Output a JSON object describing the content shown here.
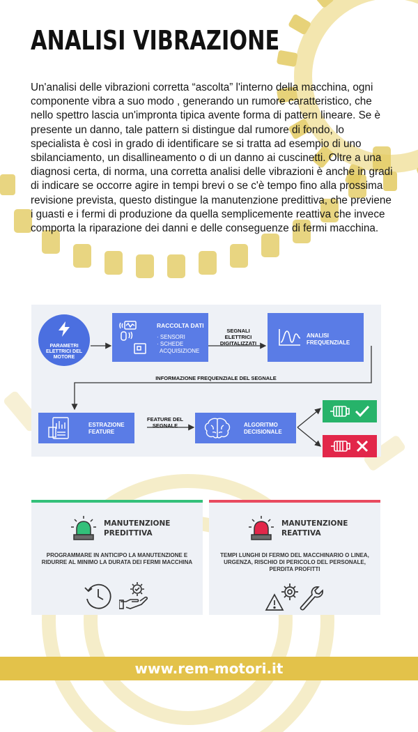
{
  "title": "ANALISI VIBRAZIONE",
  "body": "Un'analisi delle vibrazioni corretta “ascolta” l'interno della macchina, ogni componente vibra a suo modo , generando un rumore caratteristico, che nello spettro lascia un'impronta tipica avente forma di pattern lineare. Se è presente un danno, tale pattern si distingue dal rumore di fondo, lo specialista è così in grado di identificare se si tratta ad esempio di uno sbilanciamento, un disallineamento o di un danno ai cuscinetti. Oltre a una diagnosi certa, di norma, una corretta analisi delle vibrazioni è anche in gradi di indicare se occorre agire in tempi brevi o se c'è tempo fino alla prossima revisione prevista, questo distingue la manutenzione predittiva, che previene i guasti e i fermi di produzione da quella semplicemente reattiva che invece comporta la riparazione dei danni e delle conseguenze di fermi macchina.",
  "flow": {
    "source": "PARAMETRI ELETTRICI DEL MOTORE",
    "collect_title": "RACCOLTA DATI",
    "collect_items": [
      "· SENSORI",
      "· SCHEDE",
      "  ACQUISIZIONE"
    ],
    "signals": "SEGNALI ELETTRICI DIGITALIZZATI",
    "analysis": "ANALISI FREQUENZIALE",
    "freq_info": "INFORMAZIONE FREQUENZIALE DEL SEGNALE",
    "feature_extract": "ESTRAZIONE FEATURE",
    "feature_signal": "FEATURE DEL SEGNALE",
    "algorithm": "ALGORITMO DECISIONALE"
  },
  "cards": {
    "predictive_title": "MANUTENZIONE PREDITTIVA",
    "predictive_desc": "PROGRAMMARE IN ANTICIPO LA MANUTENZIONE E RIDURRE AL MINIMO LA DURATA DEI FERMI MACCHINA",
    "reactive_title": "MANUTENZIONE REATTIVA",
    "reactive_desc": "TEMPI LUNGHI DI FERMO DEL MACCHINARIO O LINEA, URGENZA, RISCHIO DI PERICOLO DEL PERSONALE, PERDITA PROFITTI"
  },
  "footer": "www.rem-motori.it",
  "colors": {
    "accent_gold": "#e3c24a",
    "flow_blue": "#5a7ce6",
    "ok_green": "#27b36a",
    "fail_red": "#e2274a",
    "pred_bar": "#33c07a",
    "react_bar": "#e84a5f"
  }
}
